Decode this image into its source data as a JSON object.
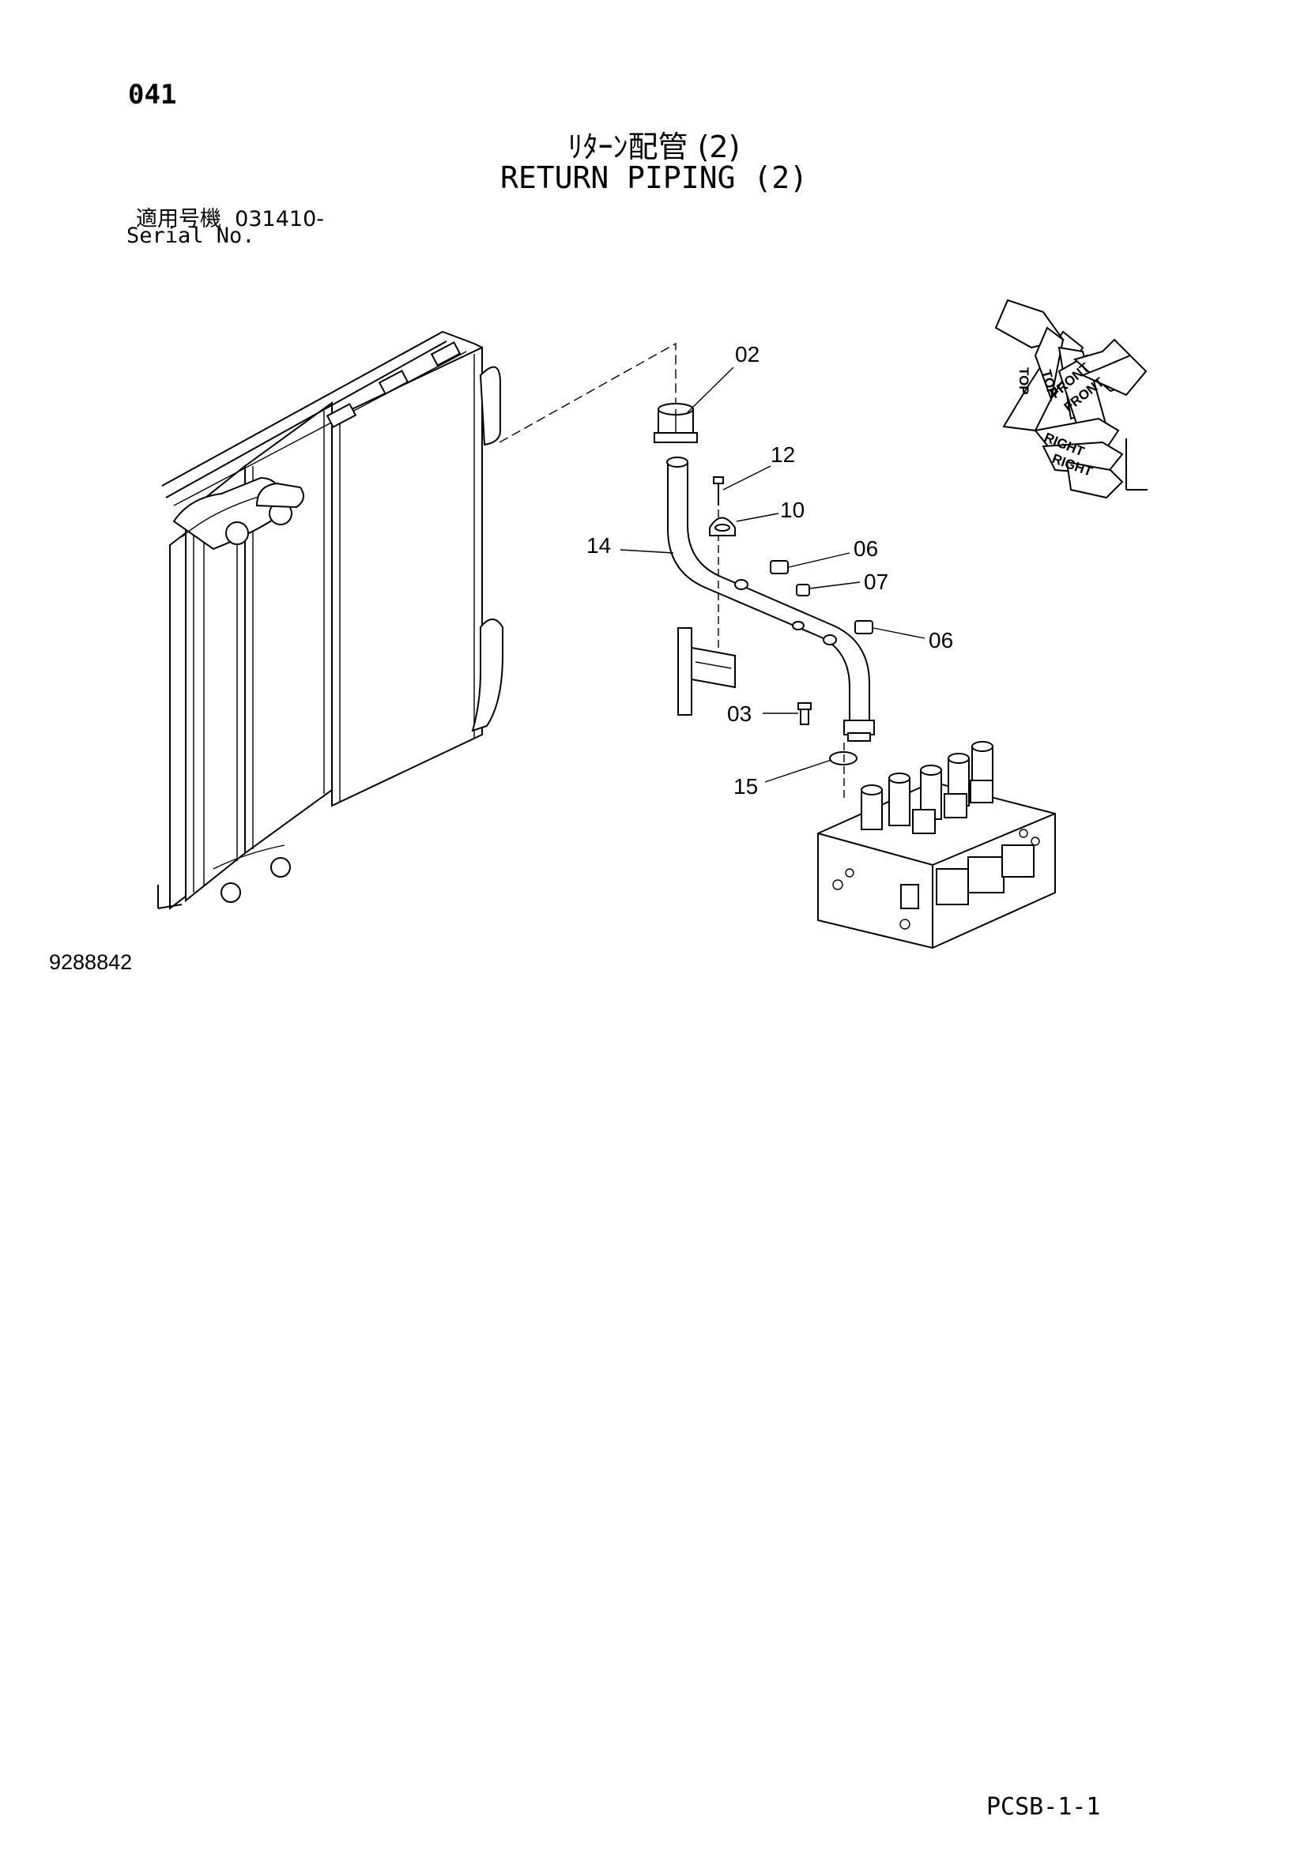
{
  "header": {
    "page_number": "041",
    "title_jp": "ﾘﾀｰﾝ配管 (2)",
    "title_en": "RETURN PIPING (2)",
    "serial_label_jp": "適用号機",
    "serial_value": "031410-",
    "serial_label_en": "Serial No."
  },
  "diagram": {
    "callouts": [
      {
        "id": "c02",
        "label": "02"
      },
      {
        "id": "c12",
        "label": "12"
      },
      {
        "id": "c10",
        "label": "10"
      },
      {
        "id": "c14",
        "label": "14"
      },
      {
        "id": "c06a",
        "label": "06"
      },
      {
        "id": "c07",
        "label": "07"
      },
      {
        "id": "c06b",
        "label": "06"
      },
      {
        "id": "c03",
        "label": "03"
      },
      {
        "id": "c15",
        "label": "15"
      }
    ],
    "orientation": {
      "top": "TOP",
      "front": "FRONT",
      "right": "RIGHT"
    },
    "figure_number": "9288842"
  },
  "footer": {
    "page_code": "PCSB-1-1"
  }
}
